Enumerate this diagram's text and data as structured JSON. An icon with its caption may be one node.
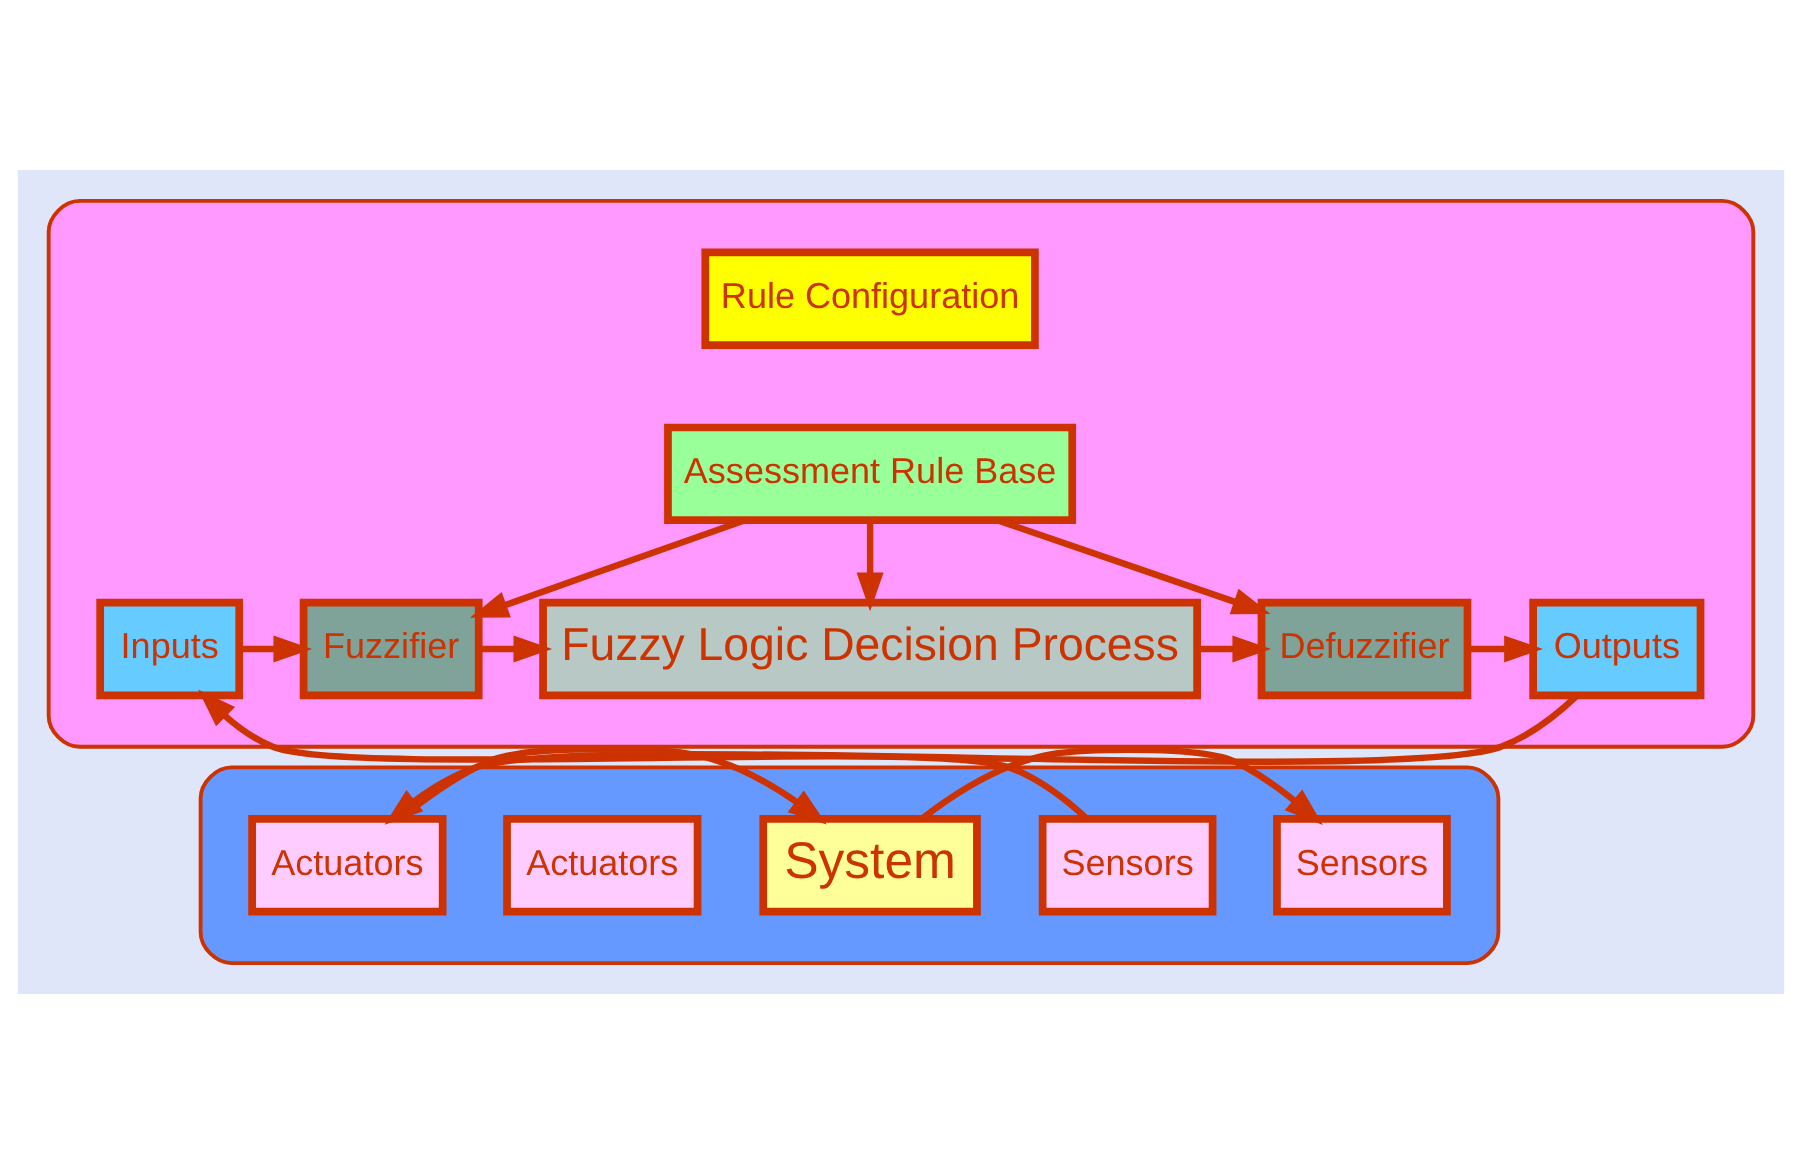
{
  "diagram": {
    "nodes": [
      {
        "text": [],
        "shape": "ellipse"
      },
      {
        "text": [
          "Rule Configuration"
        ],
        "in": 0
      },
      {
        "text": [
          "Assessment Rule Base"
        ],
        "in": 0
      },
      {
        "text": [
          "Inputs"
        ],
        "in": 0
      },
      {
        "text": [
          "Fuzzifier"
        ],
        "in": 0
      },
      {
        "text": [
          "Fuzzy Logic Decision Process"
        ],
        "in": 0
      },
      {
        "text": [
          "Defuzzifier"
        ],
        "in": 0
      },
      {
        "text": [
          "Outputs"
        ],
        "in": 0
      },
      {
        "text": [],
        "shape": "ellipse"
      },
      {
        "text": [
          "Sensors"
        ],
        "in": 8
      },
      {
        "text": [
          "Sensors"
        ],
        "in": 8
      },
      {
        "text": [
          "System"
        ],
        "in": 8
      },
      {
        "text": [
          "Actuators"
        ],
        "in": 8
      },
      {
        "text": [
          "Actuators"
        ],
        "in": 8
      }
    ],
    "edges": [
      {
        "from": 2,
        "to": 4,
        "arrow": "to"
      },
      {
        "from": 2,
        "to": 5,
        "arrow": "to"
      },
      {
        "from": 2,
        "to": 6,
        "arrow": "to"
      },
      {
        "from": 3,
        "to": 4,
        "arrow": "to"
      },
      {
        "from": 4,
        "to": 5,
        "arrow": "to"
      },
      {
        "from": 5,
        "to": 6,
        "arrow": "to"
      },
      {
        "from": 6,
        "to": 7,
        "arrow": "to"
      },
      {
        "from": 7,
        "to": 12,
        "arrow": "to"
      },
      {
        "from": 12,
        "to": 11,
        "arrow": "to"
      },
      {
        "from": 11,
        "to": 10,
        "arrow": "to"
      },
      {
        "from": 9,
        "to": 3,
        "arrow": "to"
      }
    ]
  }
}
